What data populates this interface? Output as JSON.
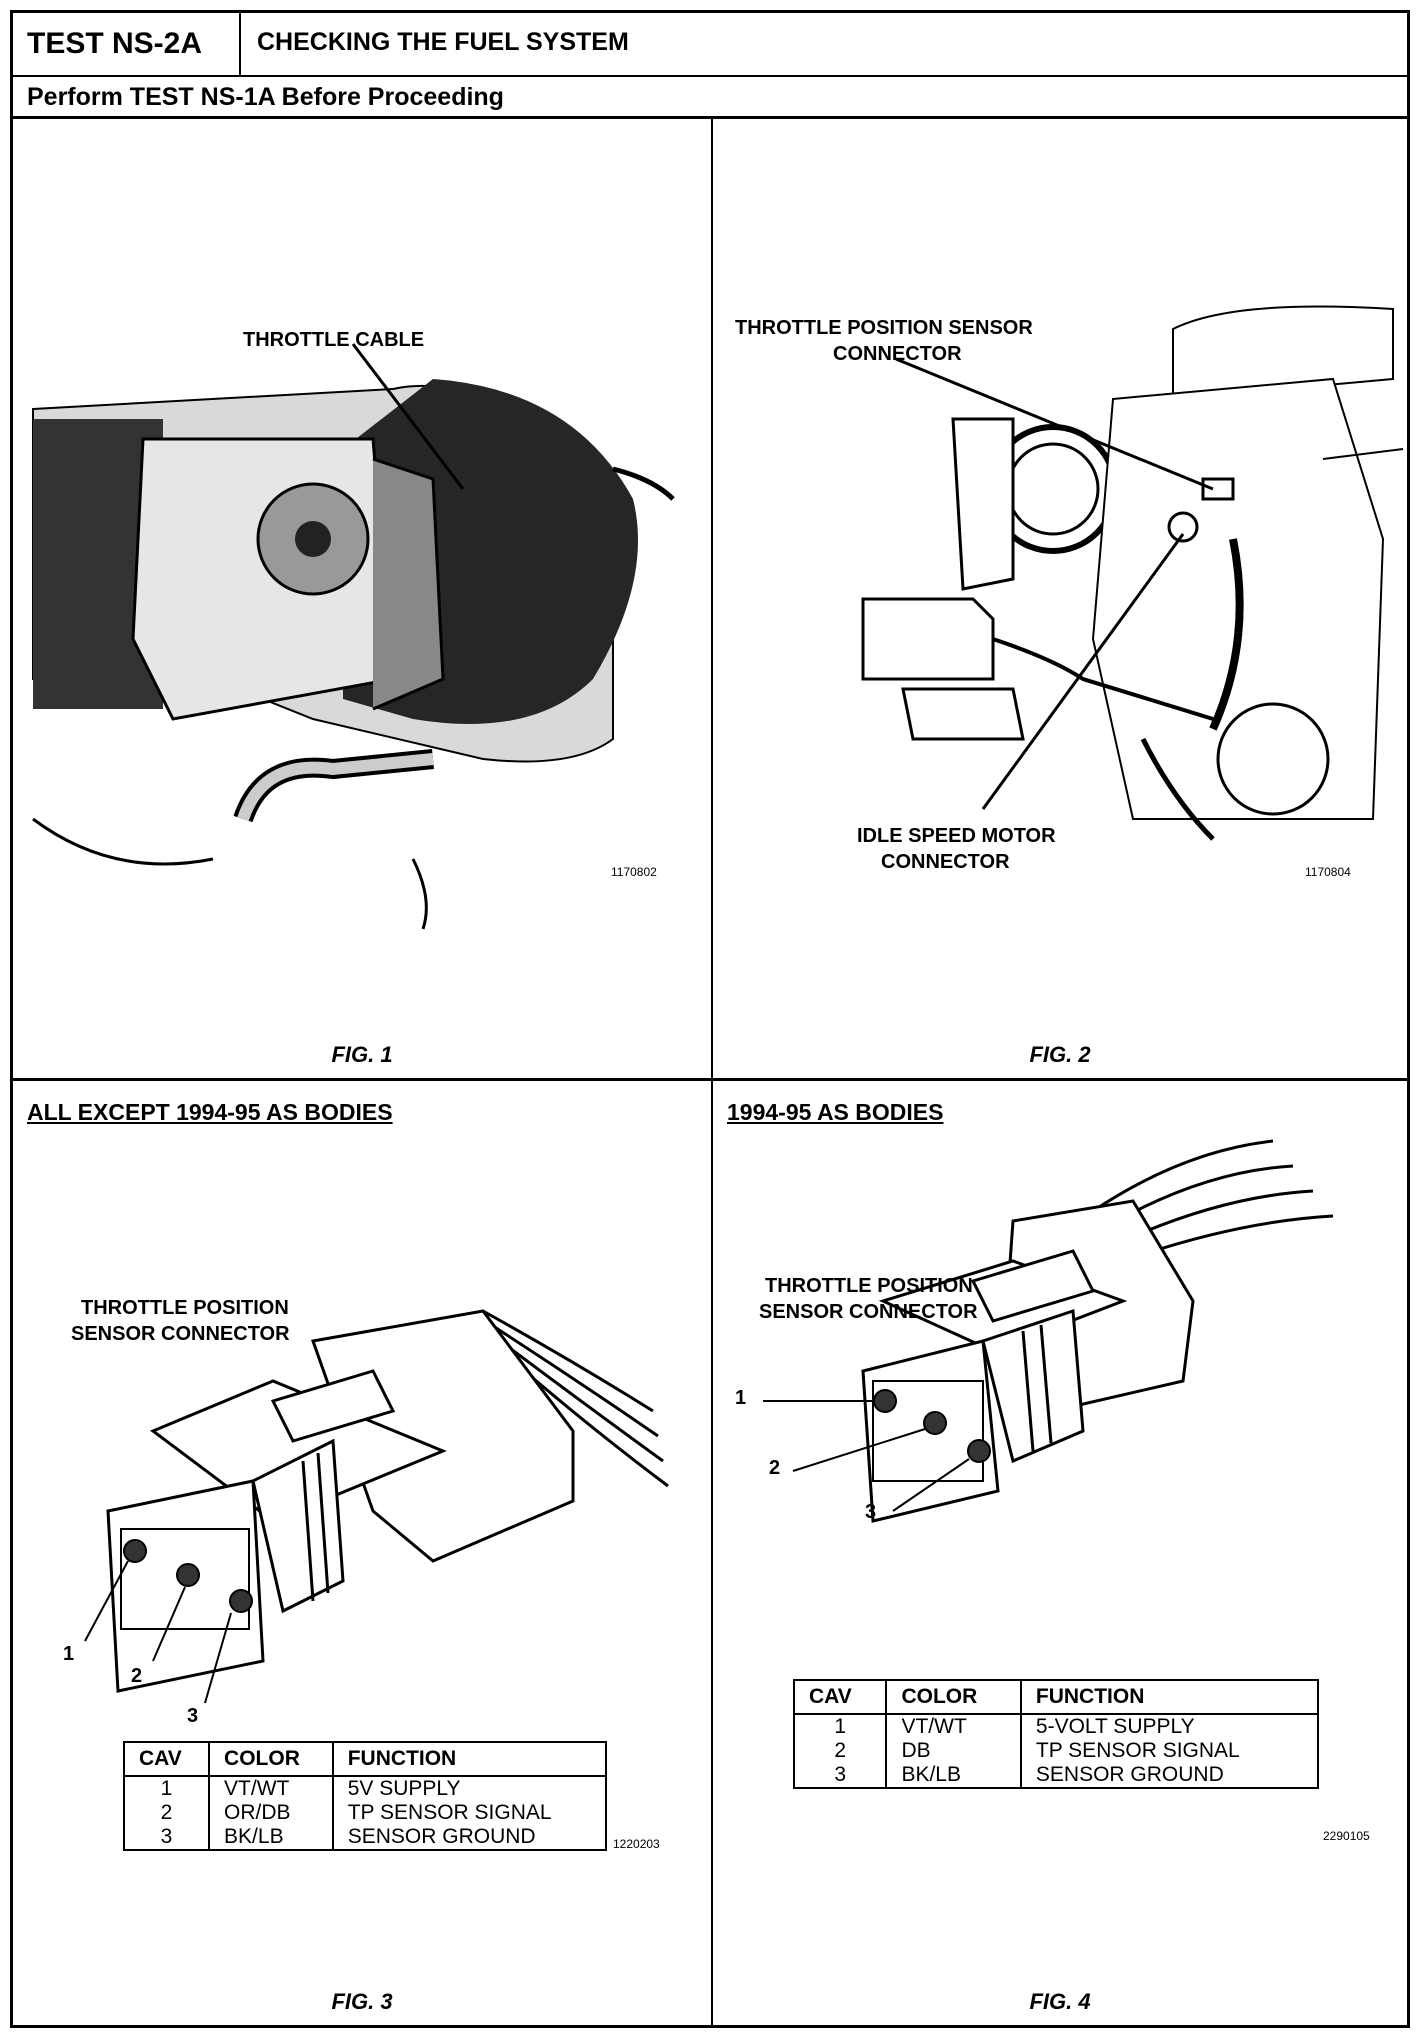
{
  "header": {
    "test_id": "TEST NS-2A",
    "title": "CHECKING THE FUEL SYSTEM"
  },
  "subheader": "Perform TEST NS-1A Before Proceeding",
  "fig1": {
    "label": "THROTTLE CABLE",
    "code": "1170802",
    "caption": "FIG. 1"
  },
  "fig2": {
    "label_tps_line1": "THROTTLE POSITION SENSOR",
    "label_tps_line2": "CONNECTOR",
    "label_isc_line1": "IDLE SPEED MOTOR",
    "label_isc_line2": "CONNECTOR",
    "code": "1170804",
    "caption": "FIG. 2"
  },
  "fig3": {
    "heading": "ALL EXCEPT 1994-95 AS BODIES",
    "label_line1": "THROTTLE POSITION",
    "label_line2": "SENSOR CONNECTOR",
    "pins": [
      "1",
      "2",
      "3"
    ],
    "table": {
      "headers": [
        "CAV",
        "COLOR",
        "FUNCTION"
      ],
      "rows": [
        [
          "1",
          "VT/WT",
          "5V SUPPLY"
        ],
        [
          "2",
          "OR/DB",
          "TP SENSOR SIGNAL"
        ],
        [
          "3",
          "BK/LB",
          "SENSOR GROUND"
        ]
      ]
    },
    "code": "1220203",
    "caption": "FIG. 3"
  },
  "fig4": {
    "heading": "1994-95 AS BODIES",
    "label_line1": "THROTTLE POSITION",
    "label_line2": "SENSOR CONNECTOR",
    "pins": [
      "1",
      "2",
      "3"
    ],
    "table": {
      "headers": [
        "CAV",
        "COLOR",
        "FUNCTION"
      ],
      "rows": [
        [
          "1",
          "VT/WT",
          "5-VOLT SUPPLY"
        ],
        [
          "2",
          "DB",
          "TP SENSOR SIGNAL"
        ],
        [
          "3",
          "BK/LB",
          "SENSOR GROUND"
        ]
      ]
    },
    "code": "2290105",
    "caption": "FIG. 4"
  }
}
